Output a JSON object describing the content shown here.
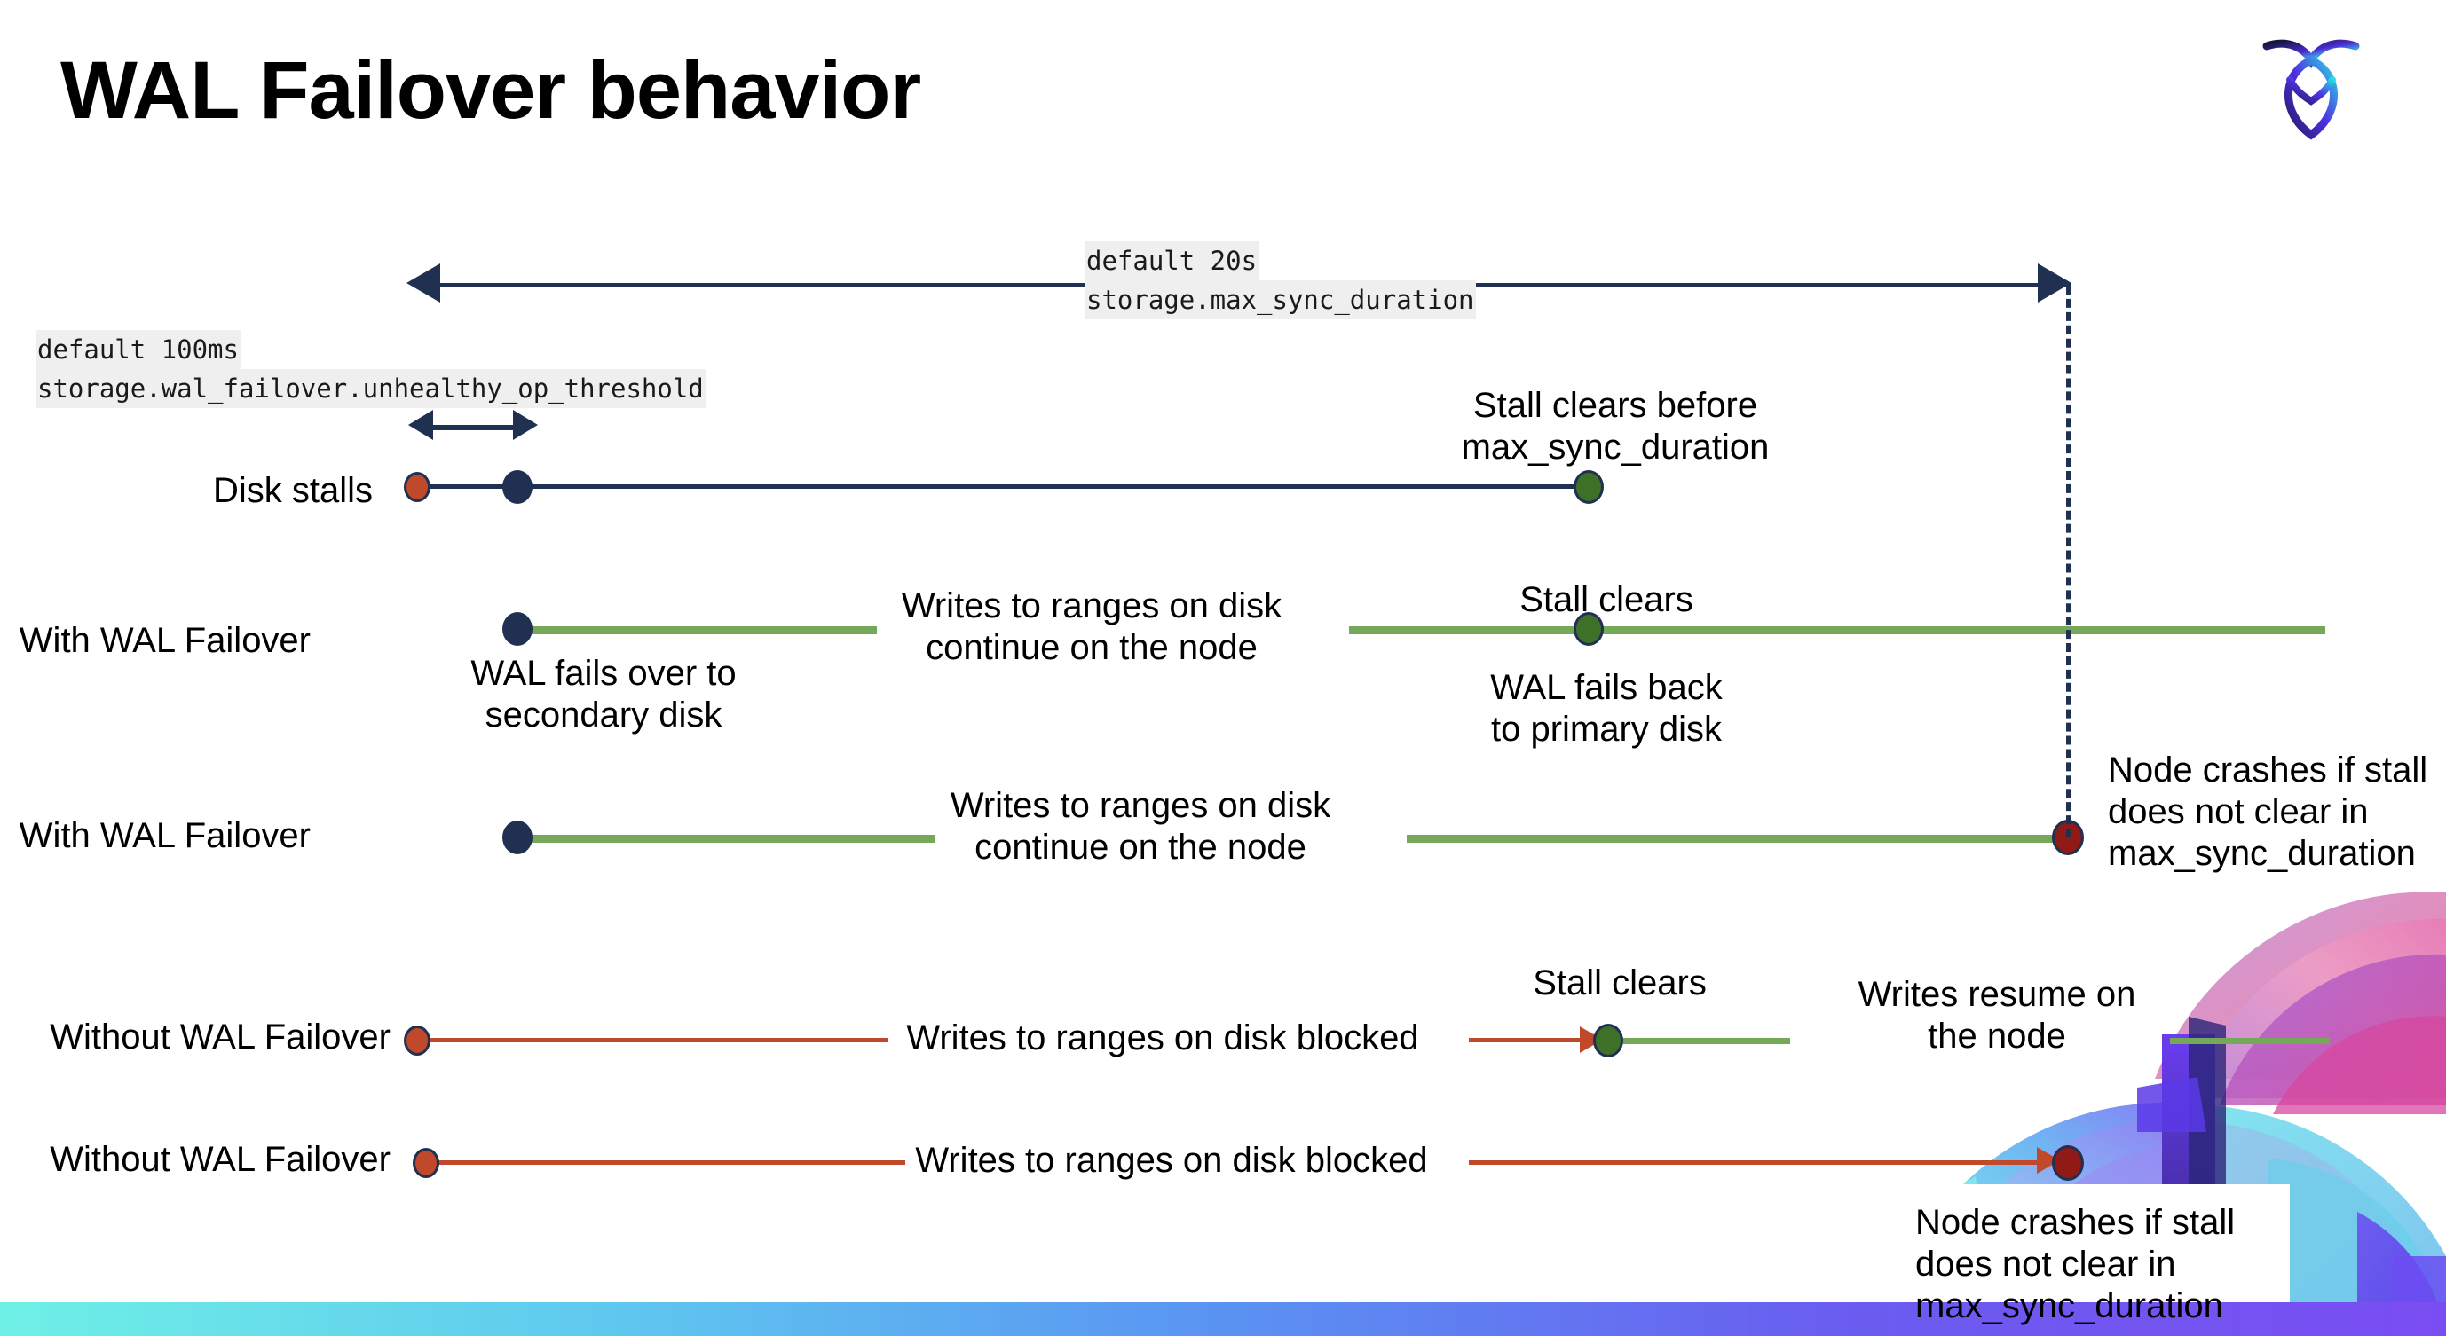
{
  "title": "WAL Failover behavior",
  "logo": {
    "name": "cockroachdb-logo"
  },
  "annotations": {
    "max_sync": {
      "default": "default 20s",
      "setting": "storage.max_sync_duration"
    },
    "unhealthy": {
      "default": "default 100ms",
      "setting": "storage.wal_failover.unhealthy_op_threshold"
    }
  },
  "rows": {
    "disk_stalls": {
      "label": "Disk stalls",
      "note_stall_clears_before": "Stall clears before\nmax_sync_duration"
    },
    "with_wal_failover_1": {
      "label": "With WAL Failover",
      "note_failover": "WAL fails over to\nsecondary disk",
      "note_writes": "Writes to ranges on disk\ncontinue on the node",
      "note_stall_clears": "Stall clears",
      "note_fails_back": "WAL fails  back\nto primary disk"
    },
    "with_wal_failover_2": {
      "label": "With WAL Failover",
      "note_writes": "Writes to ranges on disk\ncontinue on the node",
      "note_crash": "Node crashes if stall\ndoes not clear in\nmax_sync_duration"
    },
    "without_wal_failover_1": {
      "label": "Without WAL Failover",
      "note_blocked": "Writes to ranges on disk  blocked",
      "note_stall_clears": "Stall clears",
      "note_writes_resume": "Writes resume on\nthe node"
    },
    "without_wal_failover_2": {
      "label": "Without WAL Failover",
      "note_blocked": "Writes to ranges on disk  blocked",
      "note_crash": "Node crashes if stall\ndoes not clear in\nmax_sync_duration"
    }
  },
  "colors": {
    "navy": "#1f3050",
    "green_line": "#76a85a",
    "green_dot": "#3f7028",
    "orange": "#c0492b",
    "dark_red": "#8f1a16",
    "code_bg": "#efefef"
  }
}
